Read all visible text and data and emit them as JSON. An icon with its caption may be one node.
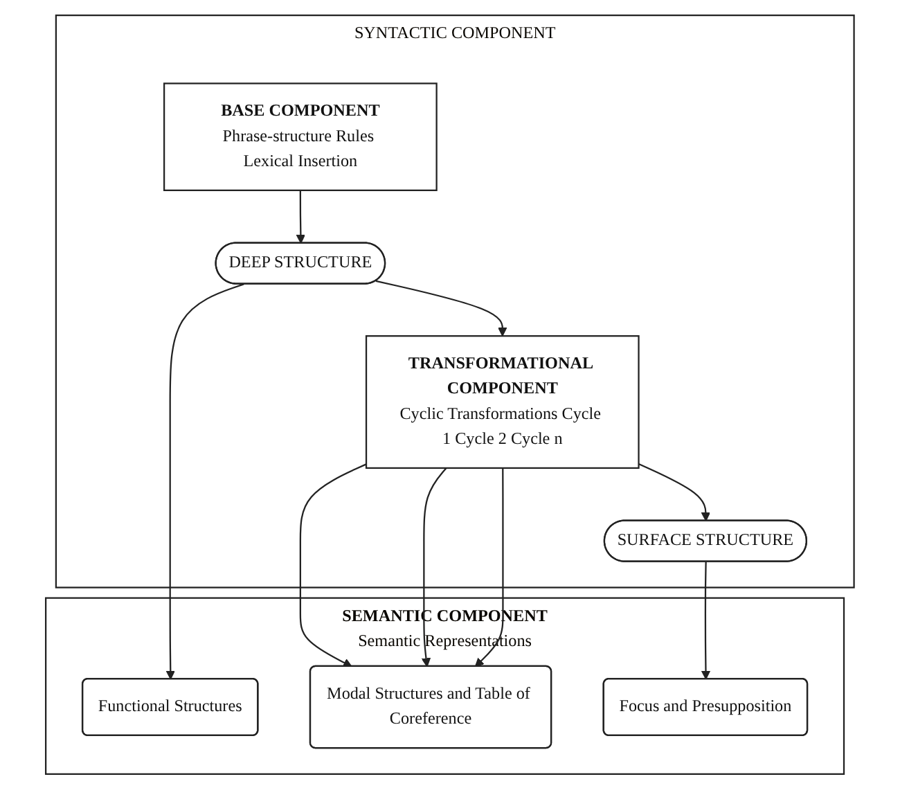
{
  "diagram": {
    "nodes": [
      {
        "text": [
          "SYNTACTIC COMPONENT"
        ]
      },
      {
        "text": [
          "BASE COMPONENT",
          "Phrase-structure Rules Lexical Insertion"
        ],
        "in": 0
      },
      {
        "text": [
          "DEEP STRUCTURE"
        ],
        "in": 0
      },
      {
        "text": [
          "TRANSFORMATIONAL COMPONENT",
          "Cyclic Transformations Cycle 1 Cycle 2 Cycle n"
        ],
        "in": 0
      },
      {
        "text": [
          "SURFACE STRUCTURE"
        ],
        "in": 0
      },
      {
        "text": [
          "SEMANTIC COMPONENT",
          "Semantic Representations"
        ]
      },
      {
        "text": [
          "Functional Structures"
        ],
        "in": 5
      },
      {
        "text": [
          "Modal Structures and Table of Coreference"
        ],
        "in": 5
      },
      {
        "text": [
          "Focus and Presupposition"
        ],
        "in": 5
      }
    ],
    "edges": [
      {
        "from": 1,
        "to": 2,
        "arrow": "to"
      },
      {
        "from": 2,
        "to": 3,
        "arrow": "to"
      },
      {
        "from": 3,
        "to": 4,
        "arrow": "to"
      },
      {
        "from": 2,
        "to": 6,
        "arrow": "to"
      },
      {
        "from": 3,
        "to": 7,
        "arrow": "to"
      },
      {
        "from": 3,
        "to": 7,
        "arrow": "to"
      },
      {
        "from": 3,
        "to": 7,
        "arrow": "to"
      },
      {
        "from": 4,
        "to": 8,
        "arrow": "to"
      }
    ]
  }
}
